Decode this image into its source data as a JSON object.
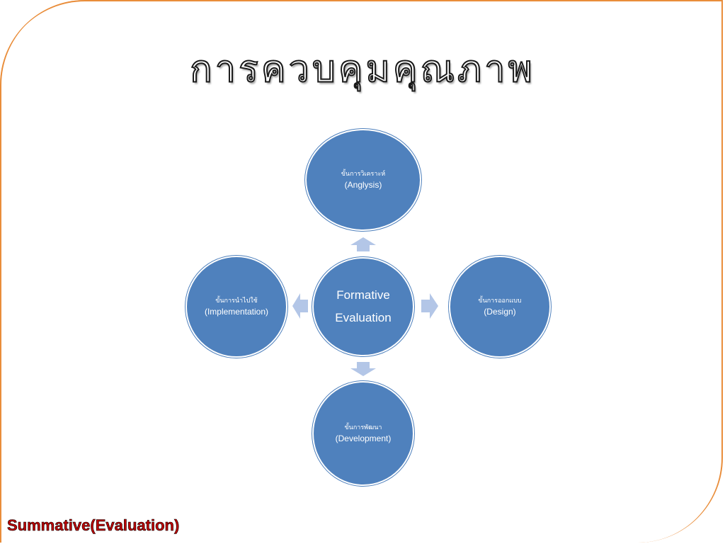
{
  "title": "การควบคุมคุณภาพ",
  "center": {
    "line1": "Formative",
    "line2": "Evaluation"
  },
  "nodes": {
    "top": {
      "th": "ขั้นการวิเคราะห์",
      "en": "(Anglysis)"
    },
    "right": {
      "th": "ขั้นการออกแบบ",
      "en": "(Design)"
    },
    "bottom": {
      "th": "ขั้นการพัฒนา",
      "en": "(Development)"
    },
    "left": {
      "th": "ขั้นการนำไปใช้",
      "en": "(Implementation)"
    }
  },
  "footer": "Summative(Evaluation)",
  "colors": {
    "circle": "#4f81bd",
    "arrow": "#b3c6e7",
    "frame": "#e98d3a",
    "footer": "#c00000"
  }
}
